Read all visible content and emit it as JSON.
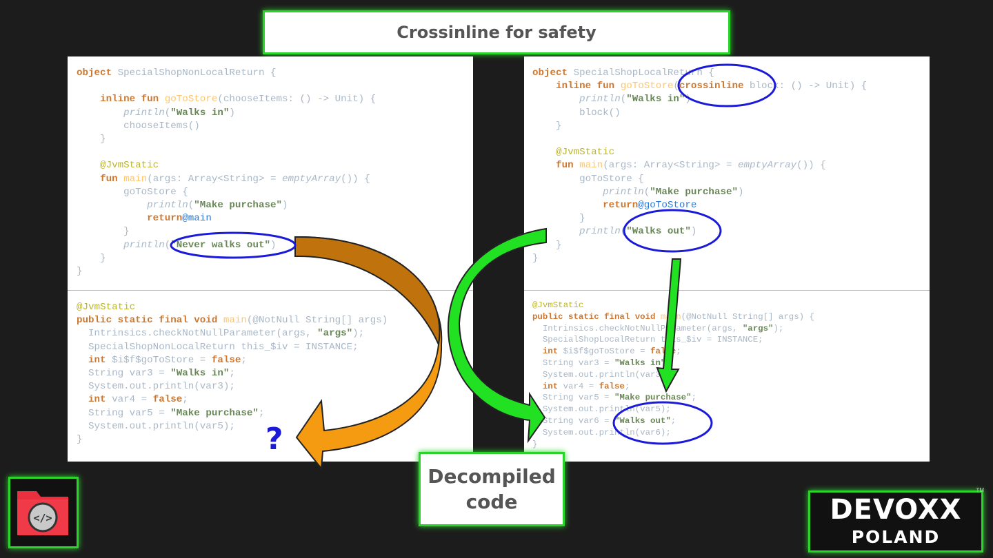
{
  "slide": {
    "title": "Crossinline for safety",
    "decompiled_line1": "Decompiled",
    "decompiled_line2": "code",
    "question_mark": "?"
  },
  "logo": {
    "line1": "DEVOXX",
    "line2": "POLAND",
    "trademark": "TM"
  },
  "icons": {
    "folder": "code-folder-icon"
  },
  "colors": {
    "accent_green": "#2bd42b",
    "arrow_orange": "#f59b12",
    "arrow_dark": "#c0720c",
    "circle_blue": "#1a1ad8"
  }
}
